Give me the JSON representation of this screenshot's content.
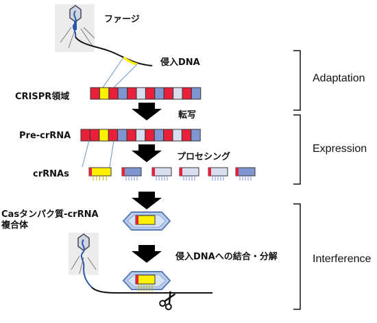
{
  "labels": {
    "phage": "ファージ",
    "invading_dna": "侵入DNA",
    "crispr_locus": "CRISPR領域",
    "transcription": "転写",
    "pre_crrna": "Pre-crRNA",
    "processing": "プロセシング",
    "crrnas": "crRNAs",
    "cas_complex_line1": "Casタンパク質-crRNA",
    "cas_complex_line2": "複合体",
    "binding_cleavage": "侵入DNAへの結合・分解"
  },
  "phases": {
    "adaptation": "Adaptation",
    "expression": "Expression",
    "interference": "Interference"
  },
  "colors": {
    "repeat_red": "#e8203a",
    "spacer_yellow": "#fff200",
    "spacer_blue": "#7f96d0",
    "spacer_light": "#d8def0",
    "dna_line": "#111111",
    "phage_tail": "#2a56a8",
    "arrow": "#000000"
  },
  "crispr_array": [
    "red",
    "yellow",
    "red",
    "blue",
    "red",
    "light",
    "red",
    "blue",
    "red",
    "light",
    "red",
    "blue"
  ],
  "pre_crrna_array": [
    "red",
    "red",
    "yellow",
    "red",
    "blue",
    "red",
    "light",
    "red",
    "blue",
    "red",
    "light",
    "red",
    "blue"
  ],
  "crrna_units": [
    "yellow",
    "blue",
    "light",
    "light",
    "light",
    "blue"
  ]
}
